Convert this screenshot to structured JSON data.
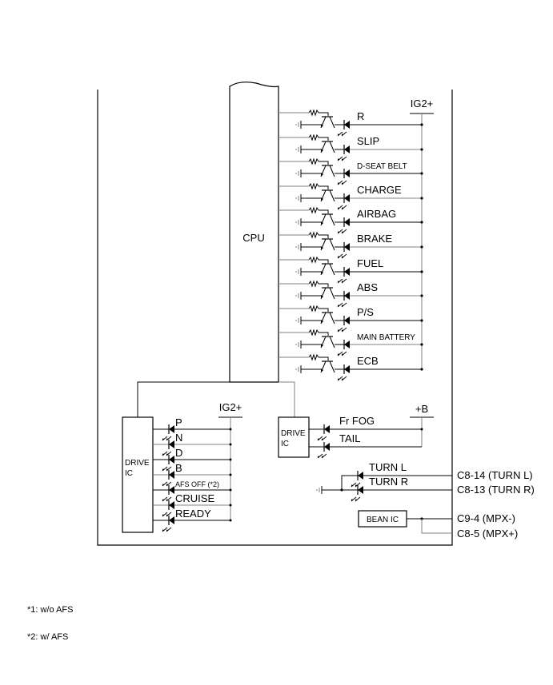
{
  "diagram": {
    "cpu": {
      "label": "CPU"
    },
    "ig2_label_main": "IG2+",
    "warning_rows": [
      {
        "label": "R",
        "small": false
      },
      {
        "label": "SLIP",
        "small": false
      },
      {
        "label": "D-SEAT BELT",
        "small": true
      },
      {
        "label": "CHARGE",
        "small": false
      },
      {
        "label": "AIRBAG",
        "small": false
      },
      {
        "label": "BRAKE",
        "small": false
      },
      {
        "label": "FUEL",
        "small": false
      },
      {
        "label": "ABS",
        "small": false
      },
      {
        "label": "P/S",
        "small": false
      },
      {
        "label": "MAIN BATTERY",
        "small": true
      },
      {
        "label": "ECB",
        "small": false
      }
    ],
    "drive_ic_left": {
      "label_line1": "DRIVE",
      "label_line2": "IC",
      "supply_label": "IG2+",
      "rows": [
        {
          "label": "P",
          "small": false
        },
        {
          "label": "N",
          "small": false
        },
        {
          "label": "D",
          "small": false
        },
        {
          "label": "B",
          "small": false
        },
        {
          "label": "AFS OFF (*2)",
          "small": true
        },
        {
          "label": "CRUISE",
          "small": false
        },
        {
          "label": "READY",
          "small": false
        }
      ]
    },
    "drive_ic_right": {
      "label_line1": "DRIVE",
      "label_line2": "IC",
      "supply_label": "+B",
      "rows": [
        {
          "label": "Fr FOG"
        },
        {
          "label": "TAIL"
        }
      ]
    },
    "turn": {
      "rows": [
        {
          "label": "TURN L",
          "terminal": "C8-14 (TURN L)"
        },
        {
          "label": "TURN R",
          "terminal": "C8-13 (TURN R)"
        }
      ]
    },
    "bean": {
      "label": "BEAN IC",
      "terminals": [
        "C9-4 (MPX-)",
        "C8-5 (MPX+)"
      ]
    }
  },
  "notes": [
    "*1: w/o AFS",
    "*2: w/ AFS"
  ]
}
